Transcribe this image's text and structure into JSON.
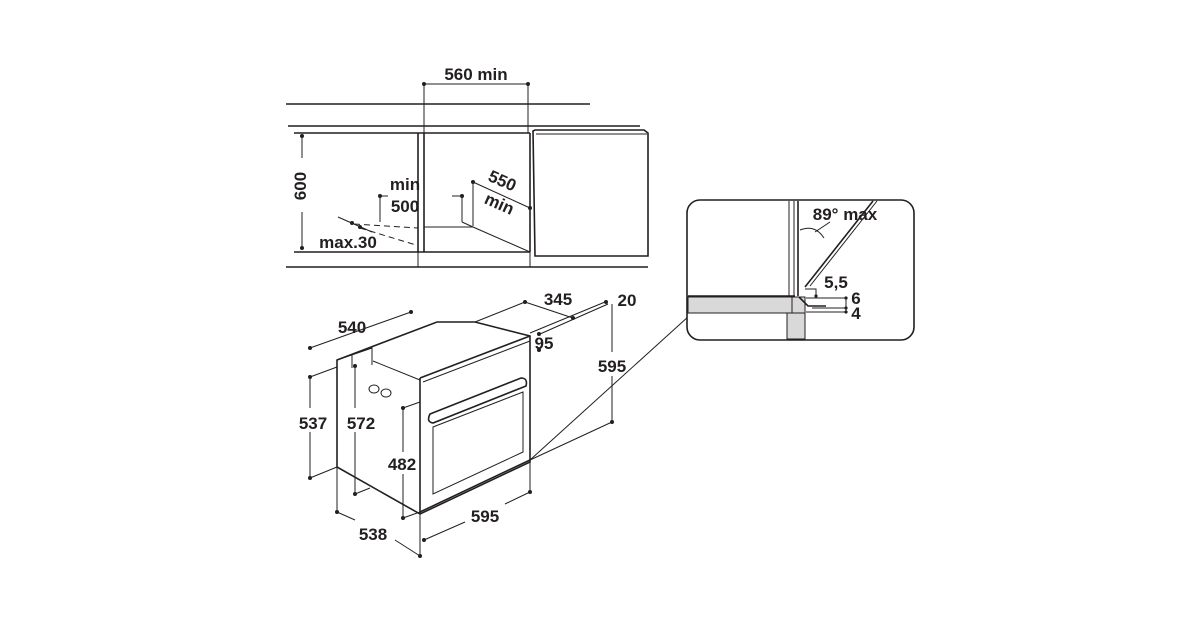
{
  "colors": {
    "line": "#231f20",
    "gray_fill": "#d9d9d9",
    "background": "#ffffff"
  },
  "cabinet": {
    "width_label": "560 min",
    "height_label": "600",
    "min_label": "min",
    "depth500_label": "500",
    "gap_label": "max.30",
    "depth550_label": "550",
    "depth550_min": "min"
  },
  "oven": {
    "top_depth": "540",
    "rear_depth": "345",
    "rear_offset": "20",
    "panel_depth": "95",
    "total_height": "595",
    "side_height": "537",
    "body_height": "572",
    "door_height": "482",
    "width": "595",
    "depth": "538"
  },
  "detail": {
    "angle_label": "89° max",
    "gap1": "5,5",
    "gap2": "6",
    "gap3": "4"
  }
}
